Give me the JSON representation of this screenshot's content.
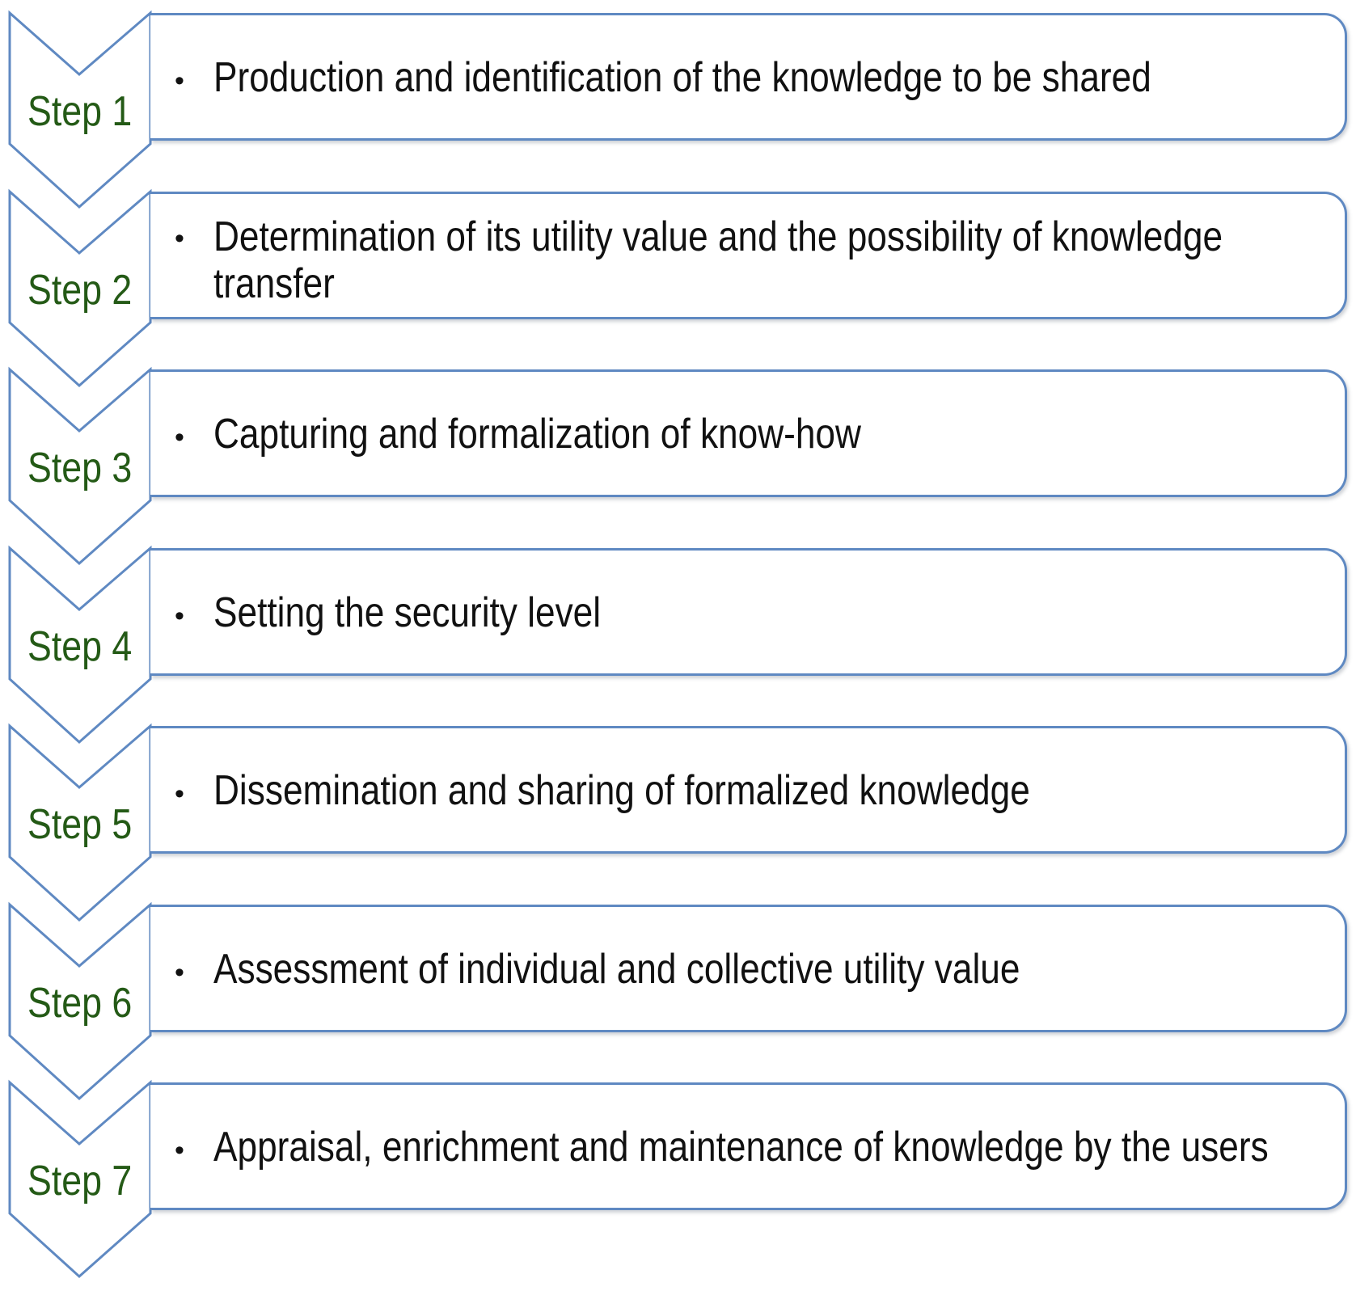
{
  "diagram": {
    "type": "vertical-chevron-process",
    "colors": {
      "outline": "#5f89c2",
      "chevron_fill": "#ffffff",
      "label_text": "#245a16",
      "body_text": "#111111"
    },
    "bullet_glyph": "•",
    "steps": [
      {
        "label": "Step 1",
        "text": "Production and identification of the knowledge to be shared"
      },
      {
        "label": "Step 2",
        "text": "Determination of its utility value and the possibility of knowledge transfer"
      },
      {
        "label": "Step 3",
        "text": "Capturing and formalization of know-how"
      },
      {
        "label": "Step 4",
        "text": "Setting the security level"
      },
      {
        "label": "Step 5",
        "text": "Dissemination and sharing of formalized knowledge"
      },
      {
        "label": "Step 6",
        "text": "Assessment of individual and collective utility value"
      },
      {
        "label": "Step 7",
        "text": "Appraisal, enrichment and maintenance of knowledge by the users"
      }
    ]
  }
}
